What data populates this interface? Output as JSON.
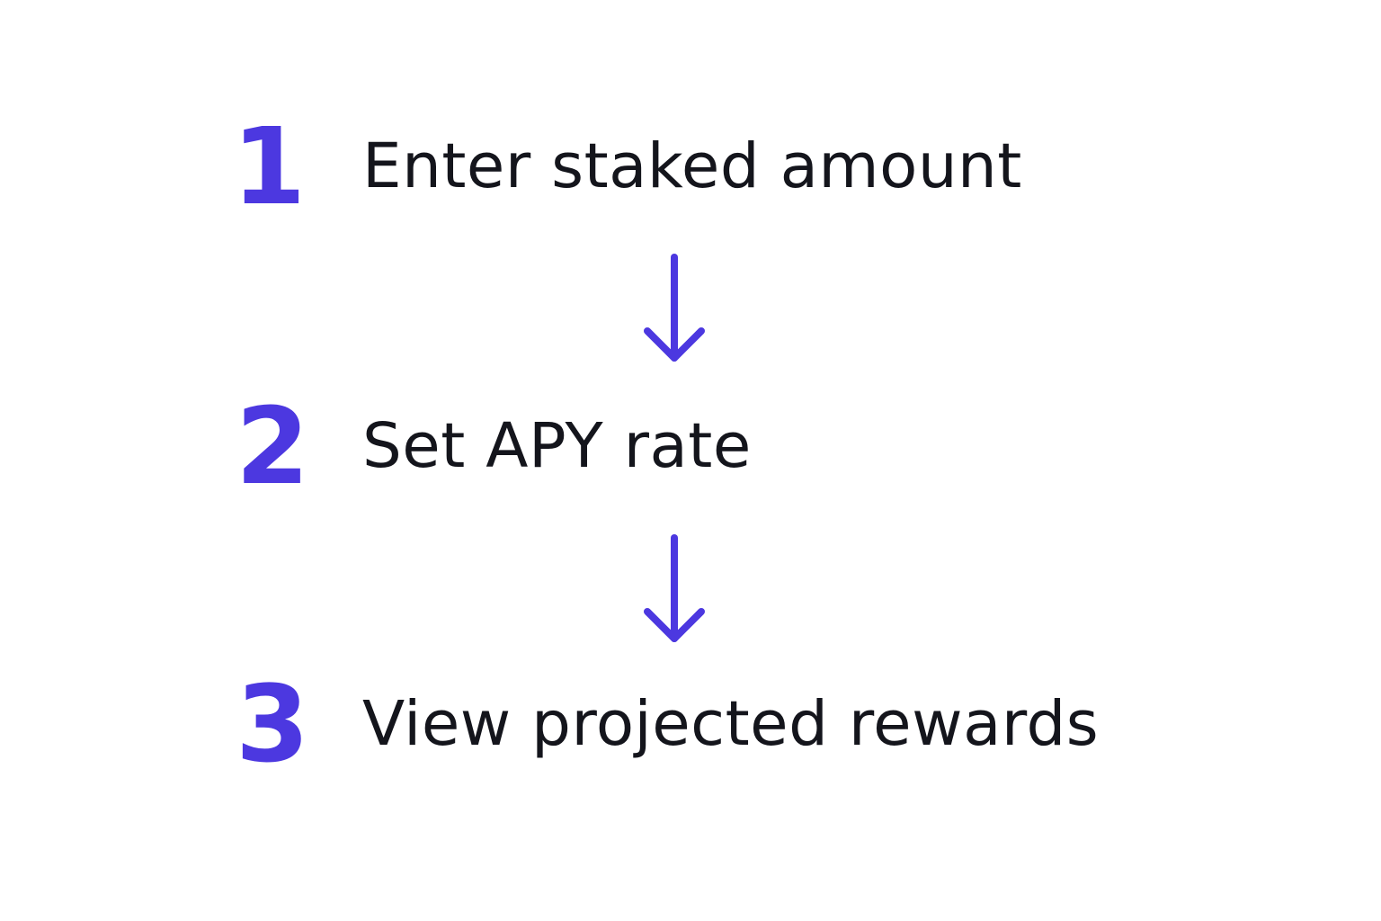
{
  "accent_color": "#4c38e0",
  "text_color": "#14151c",
  "arrow_icon": "arrow-down-icon",
  "steps": [
    {
      "number": "1",
      "label": "Enter staked amount"
    },
    {
      "number": "2",
      "label": "Set APY rate"
    },
    {
      "number": "3",
      "label": "View projected rewards"
    }
  ]
}
